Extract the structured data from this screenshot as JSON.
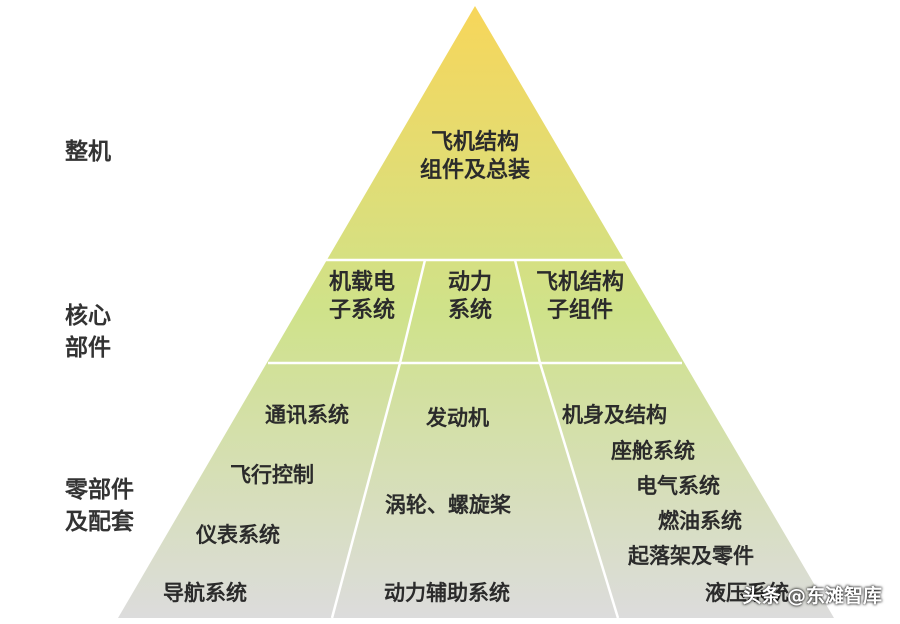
{
  "levels": {
    "top": "整机",
    "middle_line1": "核心",
    "middle_line2": "部件",
    "bottom_line1": "零部件",
    "bottom_line2": "及配套"
  },
  "tier1": {
    "line1": "飞机结构",
    "line2": "组件及总装"
  },
  "tier2": [
    {
      "line1": "机载电",
      "line2": "子系统"
    },
    {
      "line1": "动力",
      "line2": "系统"
    },
    {
      "line1": "飞机结构",
      "line2": "子组件"
    }
  ],
  "tier3": {
    "left": [
      "通讯系统",
      "飞行控制",
      "仪表系统",
      "导航系统"
    ],
    "center": [
      "发动机",
      "涡轮、螺旋桨",
      "动力辅助系统"
    ],
    "right": [
      "机身及结构",
      "座舱系统",
      "电气系统",
      "燃油系统",
      "起落架及零件",
      "液压系统"
    ]
  },
  "watermark": "头条 @东滩智库",
  "colors": {
    "apex": "#f7d65a",
    "mid": "#cfe28a",
    "base": "#dcdcdc",
    "divider": "#ffffff",
    "text": "#2b2b2b"
  }
}
